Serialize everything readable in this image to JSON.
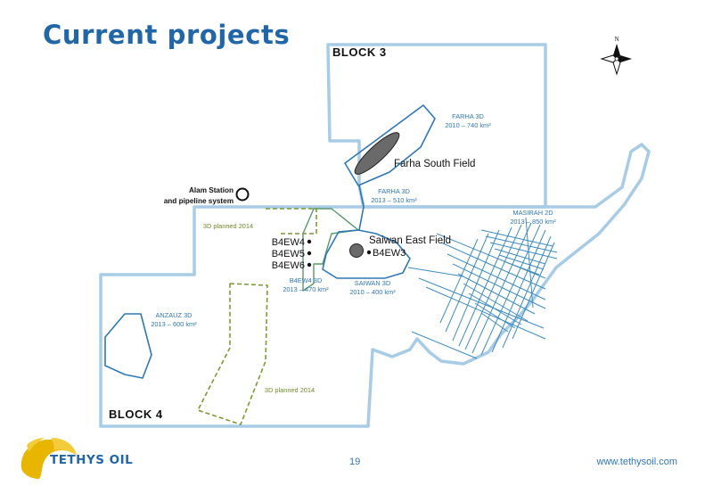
{
  "title": "Current projects",
  "blocks": {
    "block3": "BLOCK 3",
    "block4": "BLOCK 4"
  },
  "surveys": {
    "farha3d_1": {
      "name": "FARHA 3D",
      "detail": "2010 – 740 km²"
    },
    "farha3d_2": {
      "name": "FARHA 3D",
      "detail": "2013 – 510 km²"
    },
    "masirah2d": {
      "name": "MASIRAH 2D",
      "detail": "2013 – 850 km²"
    },
    "saiwan3d": {
      "name": "SAIWAN 3D",
      "detail": "2010 – 400 km²"
    },
    "b4ew43d": {
      "name": "B4EW4 3D",
      "detail": "2013 – 470 km²"
    },
    "anzauz3d": {
      "name": "ANZAUZ 3D",
      "detail": "2013 – 600 km²"
    }
  },
  "planned": {
    "north": "3D planned 2014",
    "south": "3D planned 2014"
  },
  "fields": {
    "farha_south": "Farha South Field",
    "saiwan_east": "Saiwan East Field"
  },
  "wells": {
    "b4ew4": "B4EW4",
    "b4ew5": "B4EW5",
    "b4ew6": "B4EW6",
    "b4ew3": "B4EW3"
  },
  "station": {
    "line1": "Alam Station",
    "line2": "and pipeline system"
  },
  "compass": {
    "north": "N"
  },
  "footer": {
    "page": "19",
    "url": "www.tethysoil.com",
    "logo": "TETHYS OIL"
  },
  "colors": {
    "title": "#2166a6",
    "block_boundary": "#a8cbe6",
    "survey": "#2f78b6",
    "planned": "#7b9a35",
    "b4ew4_outline": "#5a9a6a",
    "logo_gold": "#e8b600"
  },
  "icons": {
    "compass": "compass-rose-icon",
    "station": "station-circle-icon",
    "logo": "globe-logo-icon"
  }
}
